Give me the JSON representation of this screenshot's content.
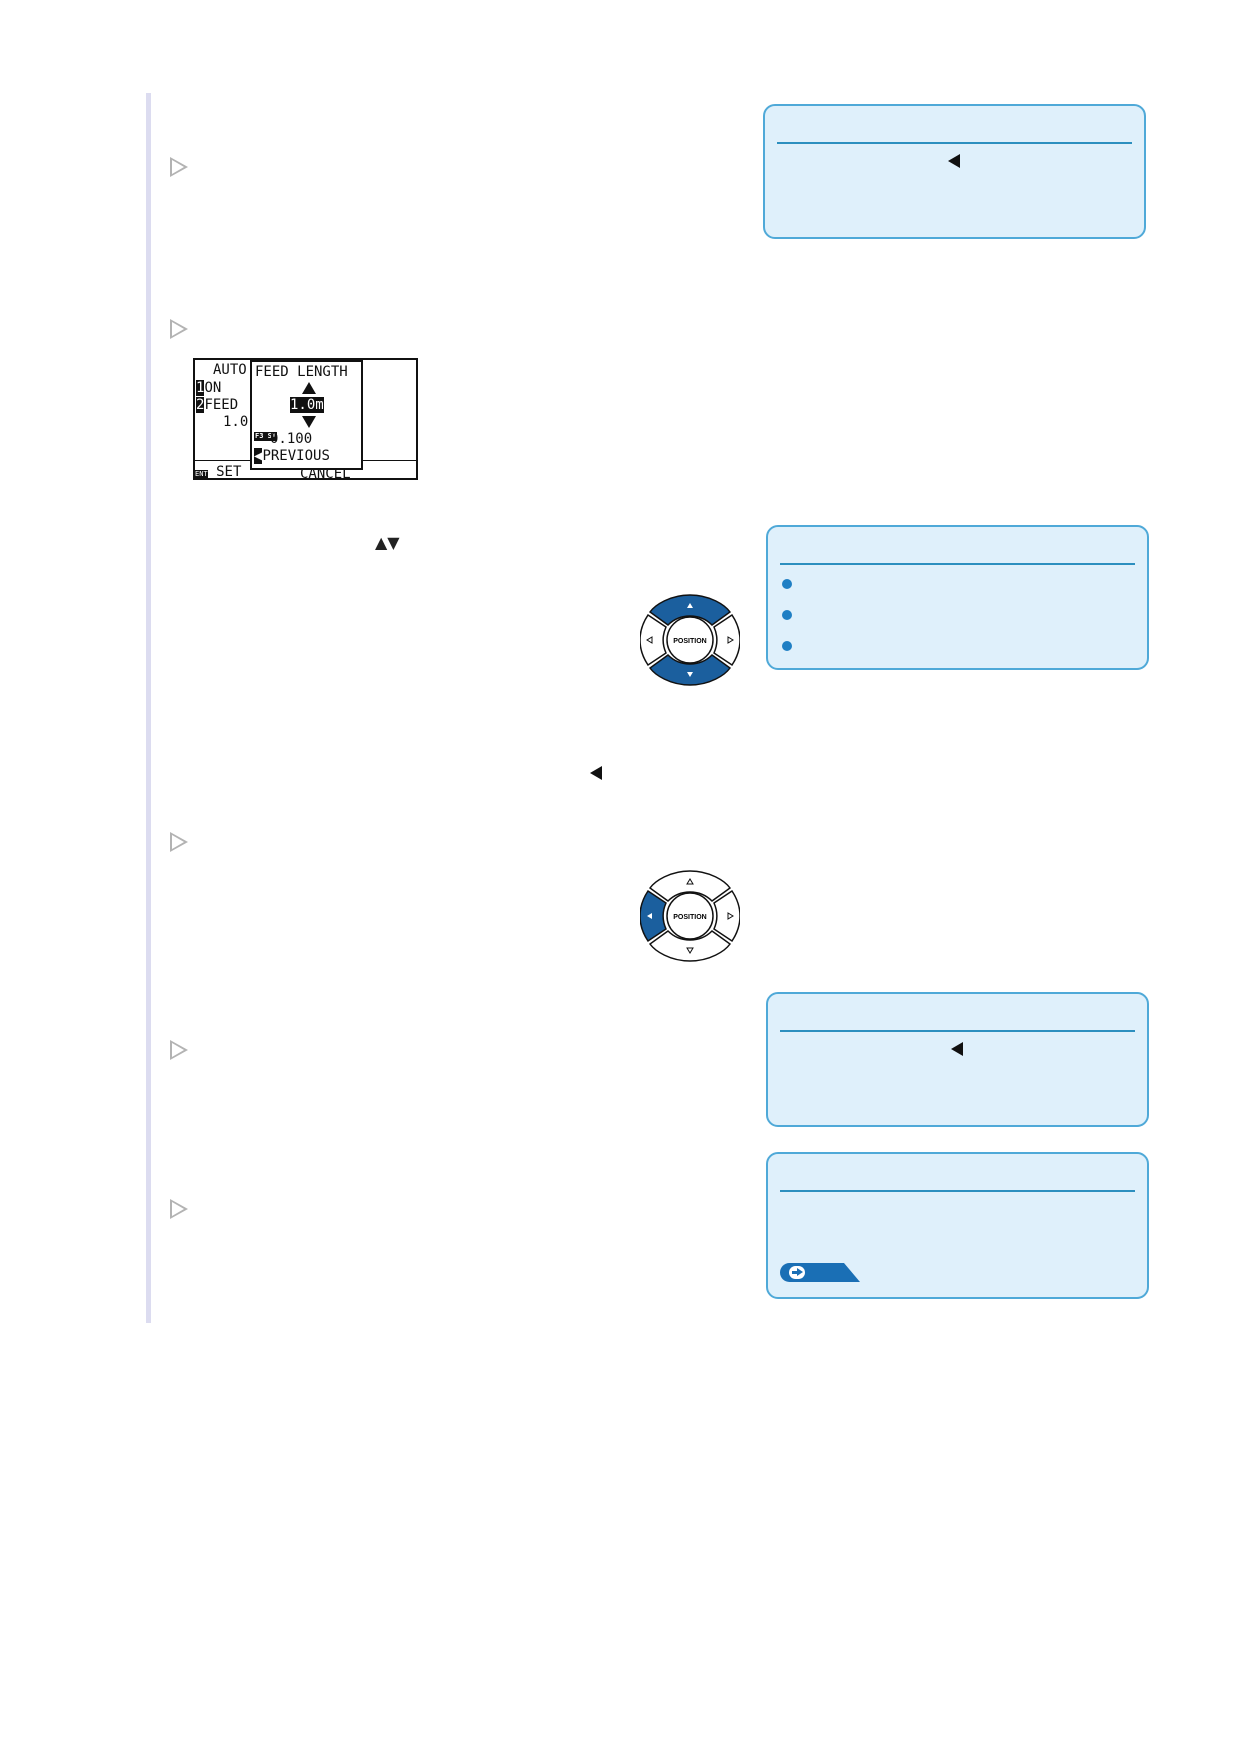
{
  "step_markers": [
    "step-1",
    "step-2",
    "step-4",
    "step-5",
    "step-6"
  ],
  "lcd": {
    "left_lines": [
      "AUTO",
      "ON",
      "FEED",
      "1.0"
    ],
    "left_keys": [
      "1",
      "2"
    ],
    "popup_title": "FEED LENGTH",
    "popup_value": "1.0m",
    "popup_increment": "0.100",
    "popup_key_label": "F3 ST",
    "popup_prev": "PREVIOUS",
    "bottom_set": "SET",
    "bottom_key": "ENT",
    "bottom_cancel": "CANCEL"
  },
  "position_pad": {
    "label": "POSITION"
  },
  "colors": {
    "note_bg": "#dff0fb",
    "note_border": "#4fa9d8",
    "pad_blue": "#1b5f9e"
  },
  "icons": [
    "step-arrow-icon",
    "left-triangle-icon",
    "up-down-arrows-icon",
    "bullet-icon",
    "link-arrow-icon"
  ]
}
